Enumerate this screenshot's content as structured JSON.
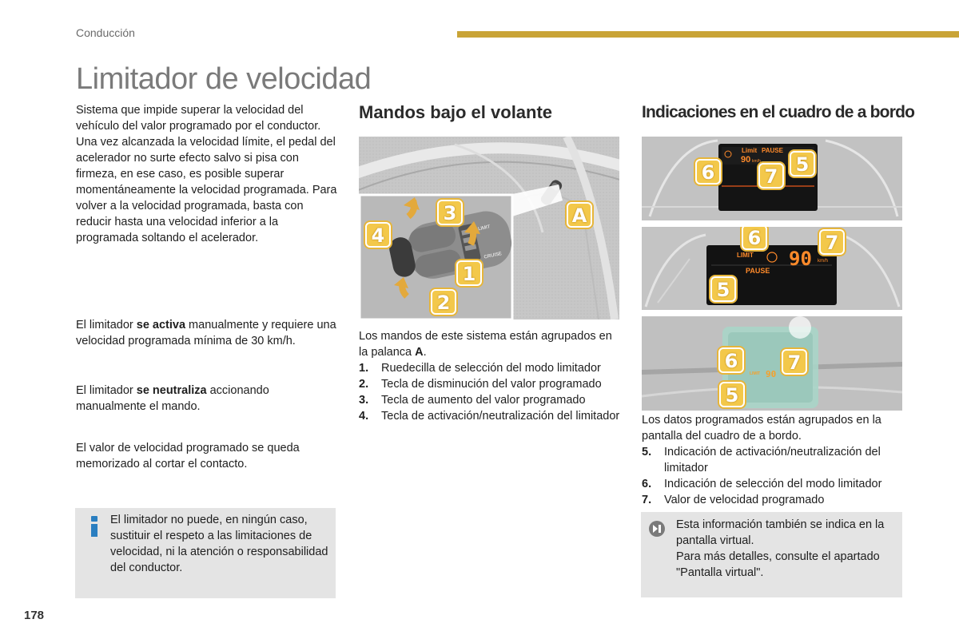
{
  "header": {
    "section": "Conducción",
    "title": "Limitador de velocidad"
  },
  "left": {
    "intro": "Sistema que impide superar la velocidad del vehículo del valor programado por el conductor. Una vez alcanzada la velocidad límite, el pedal del acelerador no surte efecto salvo si pisa con firmeza, en ese caso, es posible superar momentáneamente la velocidad programada. Para volver a la velocidad programada, basta con reducir hasta una velocidad inferior a la programada soltando el acelerador.",
    "p1_pre": "El limitador ",
    "p1_bold": "se activa",
    "p1_post": " manualmente y requiere una velocidad programada mínima de 30 km/h.",
    "p2_pre": "El limitador ",
    "p2_bold": "se neutraliza",
    "p2_post": " accionando manualmente el mando.",
    "p3": "El valor de velocidad programado se queda memorizado al cortar el contacto.",
    "info_box": "El limitador no puede, en ningún caso, sustituir el respeto a las limitaciones de velocidad, ni la atención o responsabilidad del conductor."
  },
  "middle": {
    "heading": "Mandos bajo el volante",
    "caption_pre": "Los mandos de este sistema están agrupados en la palanca ",
    "caption_bold": "A",
    "caption_post": ".",
    "items": [
      {
        "num": "1.",
        "text": "Ruedecilla de selección del modo limitador"
      },
      {
        "num": "2.",
        "text": "Tecla de disminución del valor programado"
      },
      {
        "num": "3.",
        "text": "Tecla de aumento del valor programado"
      },
      {
        "num": "4.",
        "text": "Tecla de activación/neutralización del limitador"
      }
    ],
    "badges": {
      "a": "A",
      "b1": "1",
      "b2": "2",
      "b3": "3",
      "b4": "4"
    },
    "lever_text_limit": "LIMIT",
    "lever_text_cruise": "CRUISE"
  },
  "right": {
    "heading": "Indicaciones en el cuadro de a bordo",
    "caption": "Los datos programados están agrupados en la pantalla del cuadro de a bordo.",
    "items": [
      {
        "num": "5.",
        "text": "Indicación de activación/neutralización del limitador"
      },
      {
        "num": "6.",
        "text": "Indicación de selección del modo limitador"
      },
      {
        "num": "7.",
        "text": "Valor de velocidad programado"
      }
    ],
    "info_box_line1": "Esta información también se indica en la pantalla virtual.",
    "info_box_line2": "Para más detalles, consulte el apartado \"Pantalla virtual\".",
    "display1": {
      "limit": "Limit",
      "pause": "PAUSE",
      "speed": "90",
      "unit": "km/h"
    },
    "display2": {
      "limit": "LIMIT",
      "pause": "PAUSE",
      "speed": "90",
      "unit": "km/h"
    },
    "display3": {
      "limit": "LIMIT",
      "speed": "90"
    },
    "badges": {
      "five": "5",
      "six": "6",
      "seven": "7"
    }
  },
  "footer": {
    "page": "178"
  },
  "colors": {
    "gold": "#c9a437",
    "badge": "#f3c84a",
    "info_blue": "#2a7ec0",
    "box_gray": "#e4e4e4"
  }
}
